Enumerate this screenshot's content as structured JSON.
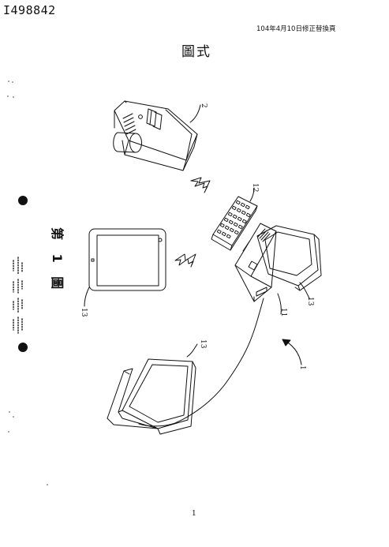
{
  "header": {
    "document_id": "I498842",
    "revision_note": "104年4月10日修正替換頁",
    "section_title": "圖式"
  },
  "figure": {
    "caption": "第 1 圖",
    "reference_labels": {
      "system": "1",
      "camera": "2",
      "host": "11",
      "keypad": "12",
      "display_right": "13",
      "display_left": "13",
      "tablet": "13"
    }
  },
  "footer": {
    "page_number": "1"
  }
}
